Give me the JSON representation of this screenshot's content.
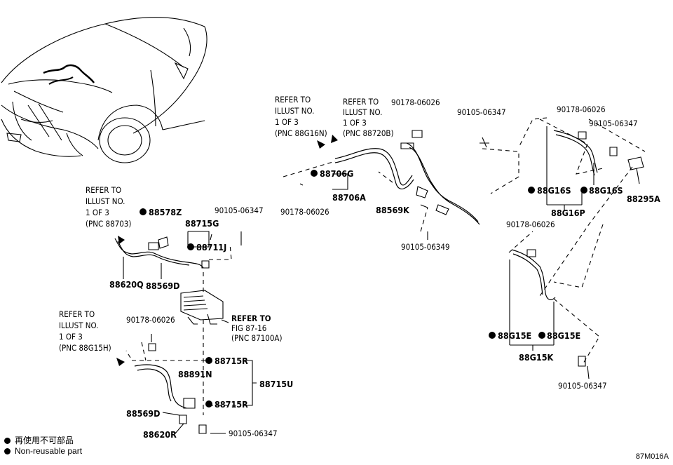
{
  "legend": {
    "jp": "再使用不可部品",
    "en": "Non-reusable part"
  },
  "drawing_code": "87M016A",
  "refer_top_left": {
    "l1": "REFER TO",
    "l2": "ILLUST NO.",
    "l3": "1 OF 3",
    "l4": "(PNC 88G16N)"
  },
  "refer_top_mid": {
    "l1": "REFER TO",
    "l2": "ILLUST NO.",
    "l3": "1 OF 3",
    "l4": "(PNC 88720B)"
  },
  "refer_mid_left": {
    "l1": "REFER TO",
    "l2": "ILLUST NO.",
    "l3": "1 OF 3",
    "l4": "(PNC 88703)"
  },
  "refer_low_left": {
    "l1": "REFER TO",
    "l2": "ILLUST NO.",
    "l3": "1 OF 3",
    "l4": "(PNC 88G15H)"
  },
  "refer_fig": {
    "l1": "REFER TO",
    "l2": "FIG 87-16",
    "l3": "(PNC 87100A)"
  },
  "parts": {
    "p90178_top": "90178-06026",
    "p90105_top": "90105-06347",
    "p90178_right": "90178-06026",
    "p90105_right": "90105-06347",
    "p88706G": "88706G",
    "p88706A": "88706A",
    "p90178_left": "90178-06026",
    "p88569K": "88569K",
    "p90105_06349": "90105-06349",
    "p88G16S_a": "88G16S",
    "p88G16S_b": "88G16S",
    "p88G16P": "88G16P",
    "p88295A": "88295A",
    "p90178_mid": "90178-06026",
    "p88G15E_a": "88G15E",
    "p88G15E_b": "88G15E",
    "p88G15K": "88G15K",
    "p90105_bottom_right": "90105-06347",
    "p88578Z": "88578Z",
    "p90105_mid": "90105-06347",
    "p88715G": "88715G",
    "p88711J": "88711J",
    "p88620Q": "88620Q",
    "p88569D_top": "88569D",
    "p90178_low": "90178-06026",
    "p88715R_a": "88715R",
    "p88891N": "88891N",
    "p88715U": "88715U",
    "p88715R_b": "88715R",
    "p88569D_bottom": "88569D",
    "p88620R": "88620R",
    "p90105_bottom": "90105-06347"
  }
}
